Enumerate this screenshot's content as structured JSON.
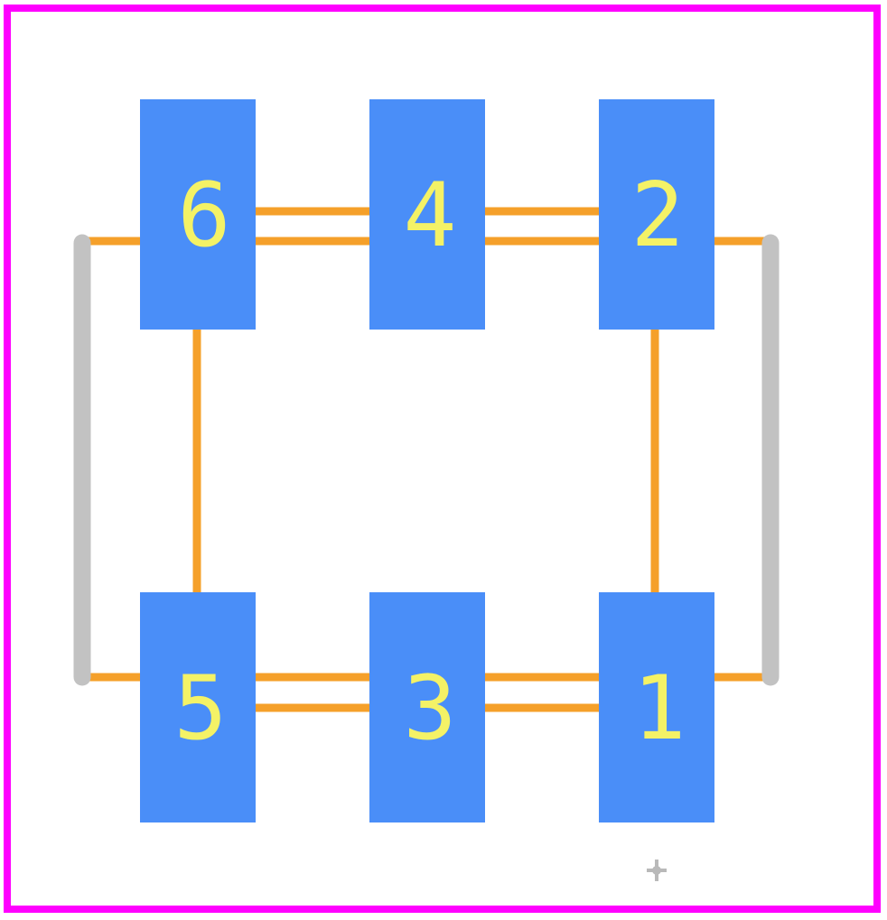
{
  "footprint": {
    "colors": {
      "courtyard": "#ff00ff",
      "pad": "#4a8ef8",
      "pad_label": "#f4f266",
      "fab_outline": "#f5a02a",
      "silkscreen": "#c2c2c2",
      "origin_marker": "#b9b9b9",
      "background": "#ffffff"
    },
    "pads": [
      {
        "label": "6"
      },
      {
        "label": "4"
      },
      {
        "label": "2"
      },
      {
        "label": "5"
      },
      {
        "label": "3"
      },
      {
        "label": "1"
      }
    ],
    "origin_marker_icon": "crosshair-icon"
  }
}
